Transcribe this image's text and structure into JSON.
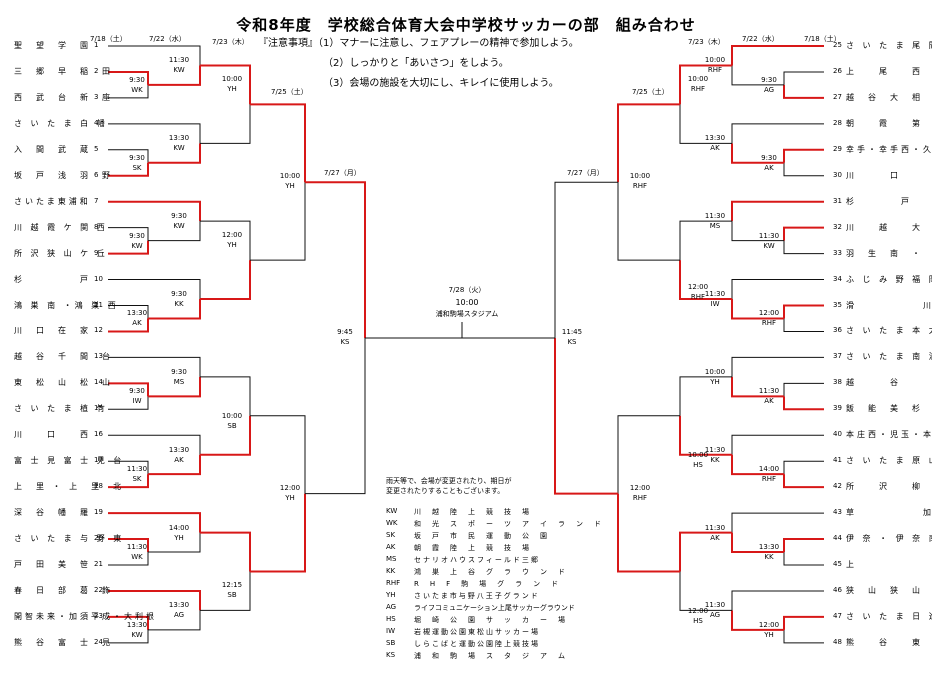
{
  "title": "令和8年度　学校総合体育大会中学校サッカーの部　組み合わせ",
  "notes": [
    "『注意事項』（1）マナーに注意し、フェアプレーの精神で参加しよう。",
    "（2）しっかりと「あいさつ」をしよう。",
    "（3）会場の施設を大切にし、キレイに使用しよう。"
  ],
  "dates": {
    "r1": "7/18（土）",
    "r2": "7/22（水）",
    "r3": "7/23（木）",
    "qf": "7/25（土）",
    "sf": "7/27（月）",
    "final": "7/28（火）"
  },
  "final": {
    "time": "10:00",
    "venue": "浦和駒場スタジアム"
  },
  "left_teams": [
    "聖　望　学　園",
    "三　郷　早　稲　田",
    "西　武　台　新　座",
    "さ い た ま 白 幡",
    "入　間　武　蔵",
    "坂　戸　浅　羽　野",
    "さいたま東浦和",
    "川 越 霞 ケ 関 西",
    "所 沢 狭 山 ケ 丘",
    "杉　　　　　戸",
    "鴻 巣 南 ・鴻 巣 西",
    "川　口　在　家",
    "越　谷　千　間　台",
    "東　松　山　松　山",
    "さ い た ま 植 竹",
    "川　　口　　西",
    "富 士 見 富 士 見 台",
    "上　里 ・ 上　里　北",
    "深　谷　幡　羅",
    "さ い た ま 与 野 東",
    "戸　田　美　笹",
    "春　日　部　葛　飾",
    "開智未来・加須平成・大利根",
    "熊　谷　富　士　見"
  ],
  "right_teams": [
    "さ い た ま 尾 間 木",
    "上　　尾　　西",
    "越　谷　大　相　模",
    "朝　　霞　　第　　二",
    "幸手・幸手西・久喜鷲宮東",
    "川　　　口　　　南",
    "杉　　　　戸",
    "川　　越　　大　　東",
    "羽　生　南　・　東",
    "ふ じ み 野 福 岡",
    "滑　　　　　　川",
    "さ い た ま 本 太",
    "さ い た ま 南 浦 和",
    "越　　　谷　　　南",
    "飯　能　美　杉　台",
    "本庄西・児玉・本庄第一",
    "さ い た ま 原 山",
    "所　　沢　　柳　　瀬",
    "草　　　　　　加",
    "伊 奈 ・ 伊 奈 南",
    "上　　　　　　　尾",
    "狭　山　狭　山　台",
    "さ い た ま 日 進",
    "熊　　谷　　東"
  ],
  "matches": [
    {
      "t": "11:30",
      "v": "KW"
    },
    {
      "t": "9:30",
      "v": "WK"
    },
    {
      "t": "13:30",
      "v": "KW"
    },
    {
      "t": "9:30",
      "v": "SK"
    },
    {
      "t": "9:30",
      "v": "KW"
    },
    {
      "t": "9:30",
      "v": "KW"
    },
    {
      "t": "9:30",
      "v": "KK"
    },
    {
      "t": "13:30",
      "v": "AK"
    },
    {
      "t": "9:30",
      "v": "MS"
    },
    {
      "t": "9:30",
      "v": "IW"
    },
    {
      "t": "13:30",
      "v": "AK"
    },
    {
      "t": "11:30",
      "v": "SK"
    },
    {
      "t": "14:00",
      "v": "YH"
    },
    {
      "t": "11:30",
      "v": "WK"
    },
    {
      "t": "13:30",
      "v": "AG"
    },
    {
      "t": "13:30",
      "v": "KW"
    },
    {
      "t": "10:00",
      "v": "YH"
    },
    {
      "t": "12:00",
      "v": "YH"
    },
    {
      "t": "10:00",
      "v": "SB"
    },
    {
      "t": "12:15",
      "v": "SB"
    },
    {
      "t": "10:00",
      "v": "YH"
    },
    {
      "t": "12:00",
      "v": "YH"
    },
    {
      "t": "9:45",
      "v": "KS"
    },
    {
      "t": "10:00",
      "v": "RHF"
    },
    {
      "t": "9:30",
      "v": "AG"
    },
    {
      "t": "13:30",
      "v": "AK"
    },
    {
      "t": "9:30",
      "v": "AK"
    },
    {
      "t": "11:30",
      "v": "MS"
    },
    {
      "t": "11:30",
      "v": "KW"
    },
    {
      "t": "11:30",
      "v": "IW"
    },
    {
      "t": "12:00",
      "v": "RHF"
    },
    {
      "t": "10:00",
      "v": "YH"
    },
    {
      "t": "11:30",
      "v": "AK"
    },
    {
      "t": "11:30",
      "v": "KK"
    },
    {
      "t": "14:00",
      "v": "RHF"
    },
    {
      "t": "11:30",
      "v": "AK"
    },
    {
      "t": "13:30",
      "v": "KK"
    },
    {
      "t": "11:30",
      "v": "AG"
    },
    {
      "t": "12:00",
      "v": "YH"
    },
    {
      "t": "10:00",
      "v": "RHF"
    },
    {
      "t": "12:00",
      "v": "RHF"
    },
    {
      "t": "10:00",
      "v": "HS"
    },
    {
      "t": "12:00",
      "v": "HS"
    },
    {
      "t": "10:00",
      "v": "RHF"
    },
    {
      "t": "12:00",
      "v": "RHF"
    },
    {
      "t": "11:45",
      "v": "KS"
    }
  ],
  "notice": [
    "雨天等で、会場が変更されたり、期日が",
    "変更されたりすることもございます。"
  ],
  "venues": [
    {
      "code": "KW",
      "name": "川　越　陸　上　競　技　場"
    },
    {
      "code": "WK",
      "name": "和　光　ス　ポ　ー　ツ　ア　イ　ラ　ン　ド"
    },
    {
      "code": "SK",
      "name": "坂　戸　市　民　運　動　公　園"
    },
    {
      "code": "AK",
      "name": "朝　霞　陸　上　競　技　場"
    },
    {
      "code": "MS",
      "name": "セナリオハウスフィールド三郷"
    },
    {
      "code": "KK",
      "name": "鴻　巣　上　谷　グ　ラ　ウ　ン　ド"
    },
    {
      "code": "RHF",
      "name": "R　H　F　駒　場　グ　ラ　ン　ド"
    },
    {
      "code": "YH",
      "name": "さいたま市与野八王子グランド"
    },
    {
      "code": "AG",
      "name": "ライフコミュニケーション上尾サッカーグラウンド"
    },
    {
      "code": "HS",
      "name": "堀　崎　公　園　サ　ッ　カ　ー　場"
    },
    {
      "code": "IW",
      "name": "岩槻運動公園東松山サッカー場"
    },
    {
      "code": "SB",
      "name": "しらこばと運動公園陸上競技場"
    },
    {
      "code": "KS",
      "name": "浦　和　駒　場　ス　タ　ジ　ア　ム"
    }
  ]
}
